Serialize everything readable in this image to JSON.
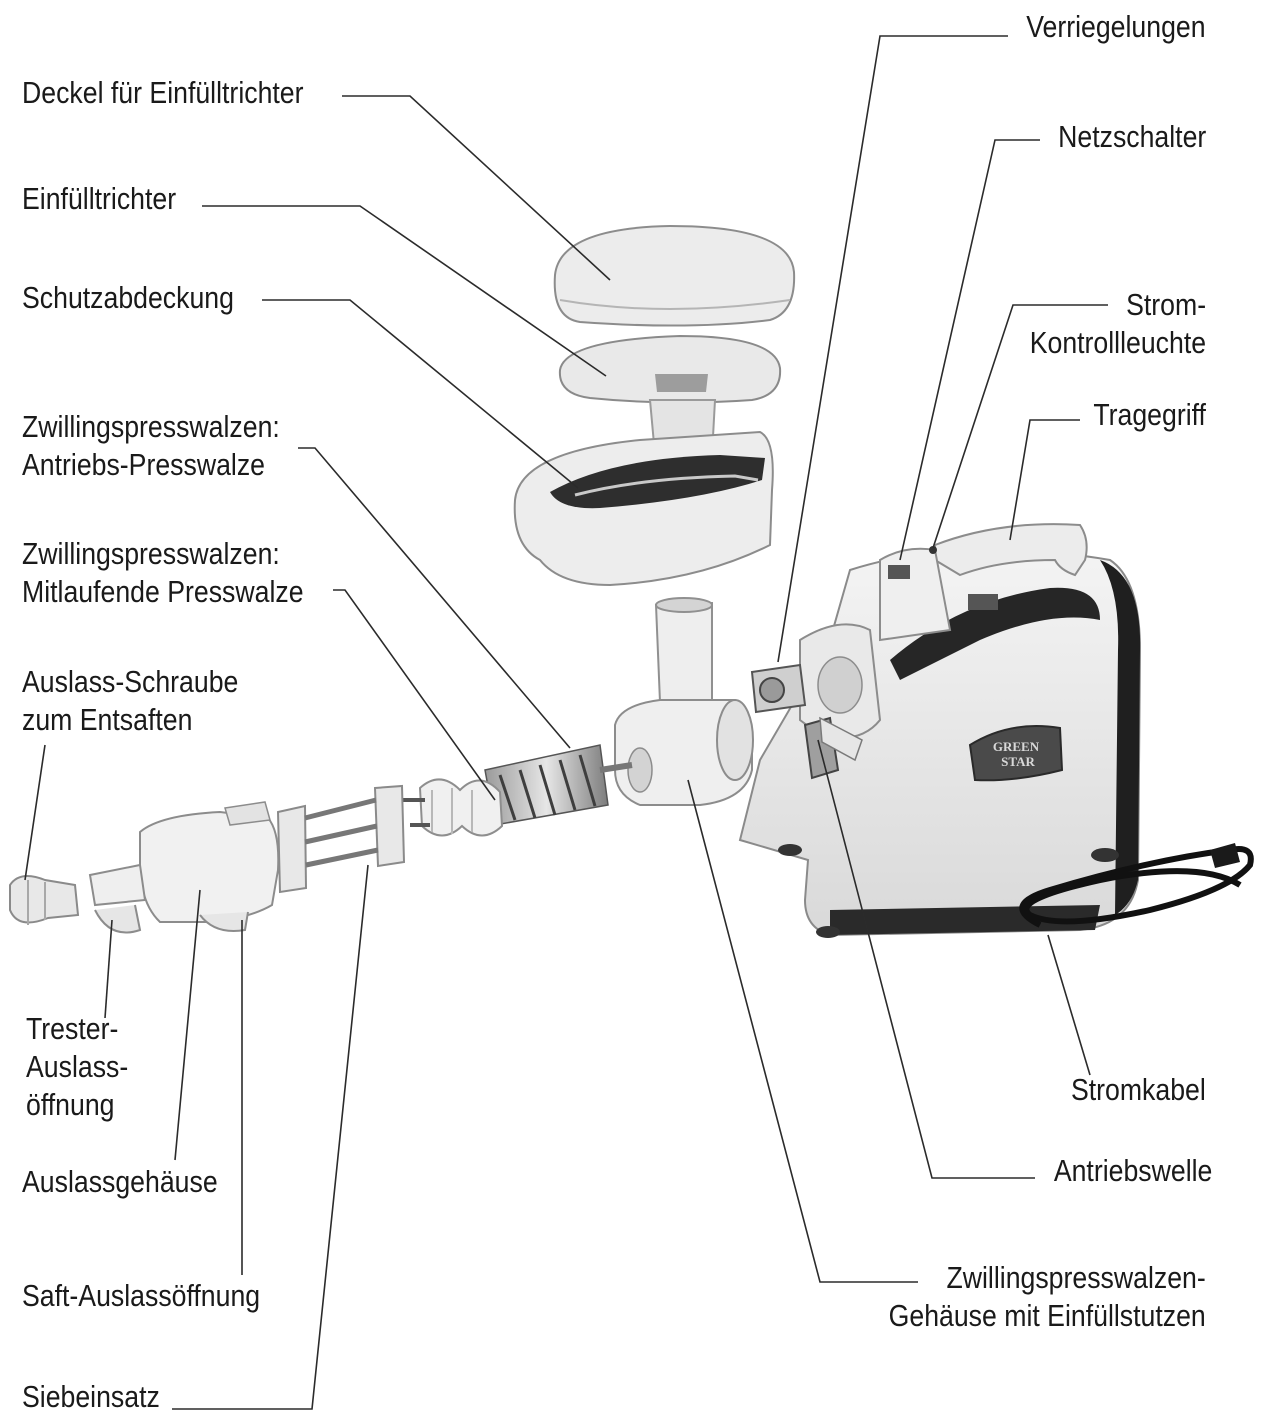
{
  "labels_left": {
    "deckel": [
      "Deckel für Einfülltrichter"
    ],
    "einfuelltrichter": [
      "Einfülltrichter"
    ],
    "schutzabdeckung": [
      "Schutzabdeckung"
    ],
    "antriebs_presswalze": [
      "Zwillingspresswalzen:",
      "Antriebs-Presswalze"
    ],
    "mitlaufende_presswalze": [
      "Zwillingspresswalzen:",
      "Mitlaufende Presswalze"
    ],
    "auslass_schraube": [
      "Auslass-Schraube",
      "zum Entsaften"
    ],
    "trester": [
      "Trester-",
      "Auslass-",
      "öffnung"
    ],
    "auslassgehaeuse": [
      "Auslassgehäuse"
    ],
    "saft_auslass": [
      "Saft-Auslassöffnung"
    ],
    "siebeinsatz": [
      "Siebeinsatz"
    ]
  },
  "labels_right": {
    "verriegelungen": [
      "Verriegelungen"
    ],
    "netzschalter": [
      "Netzschalter"
    ],
    "kontrollleuchte": [
      "Strom-",
      "Kontrollleuchte"
    ],
    "tragegriff": [
      "Tragegriff"
    ],
    "stromkabel": [
      "Stromkabel"
    ],
    "antriebswelle": [
      "Antriebswelle"
    ],
    "gehaeuse_einfuellstutzen": [
      "Zwillingspresswalzen-",
      "Gehäuse mit Einfüllstutzen"
    ]
  },
  "logo_text": [
    "GREEN",
    "STAR"
  ]
}
